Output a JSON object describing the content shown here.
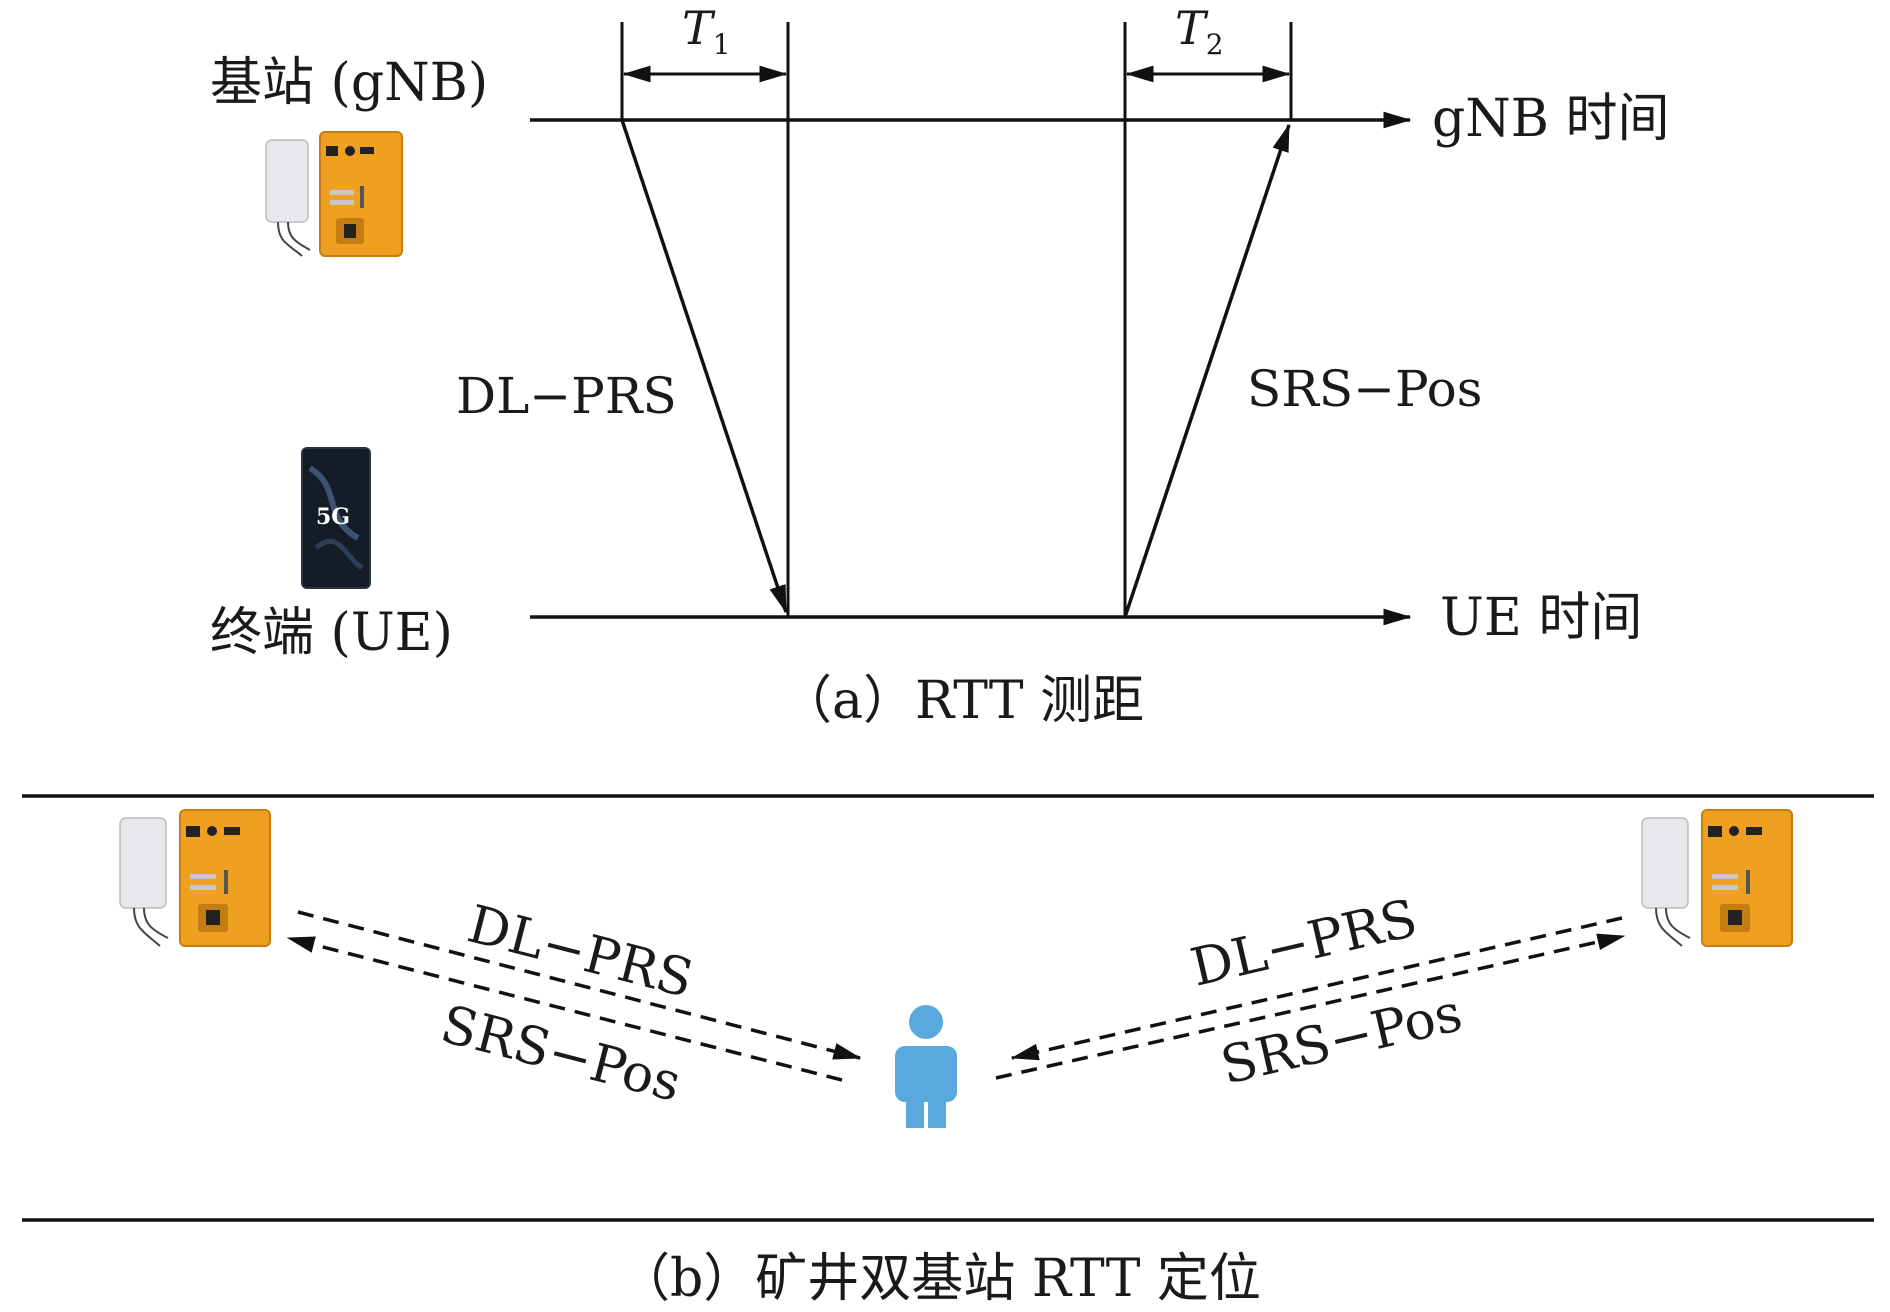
{
  "panel_a": {
    "gnb_label": "基站 (gNB)",
    "ue_label": "终端 (UE)",
    "gnb_time_label": "gNB 时间",
    "ue_time_label": "UE 时间",
    "t1_base": "T",
    "t1_sub": "1",
    "t2_base": "T",
    "t2_sub": "2",
    "dl_prs_label": "DL−PRS",
    "srs_pos_label": "SRS−Pos",
    "phone_text": "5G",
    "caption": "（a）RTT 测距"
  },
  "panel_b": {
    "left_dl_prs_label": "DL−PRS",
    "left_srs_pos_label": "SRS−Pos",
    "right_dl_prs_label": "DL−PRS",
    "right_srs_pos_label": "SRS−Pos",
    "caption": "（b）矿井双基站 RTT 定位"
  },
  "colors": {
    "line": "#111111",
    "device_orange": "#f0a020",
    "device_dark": "#c47d10",
    "antenna": "#e9e6ec",
    "person": "#5aa9dd",
    "phone_dark": "#141c28"
  }
}
